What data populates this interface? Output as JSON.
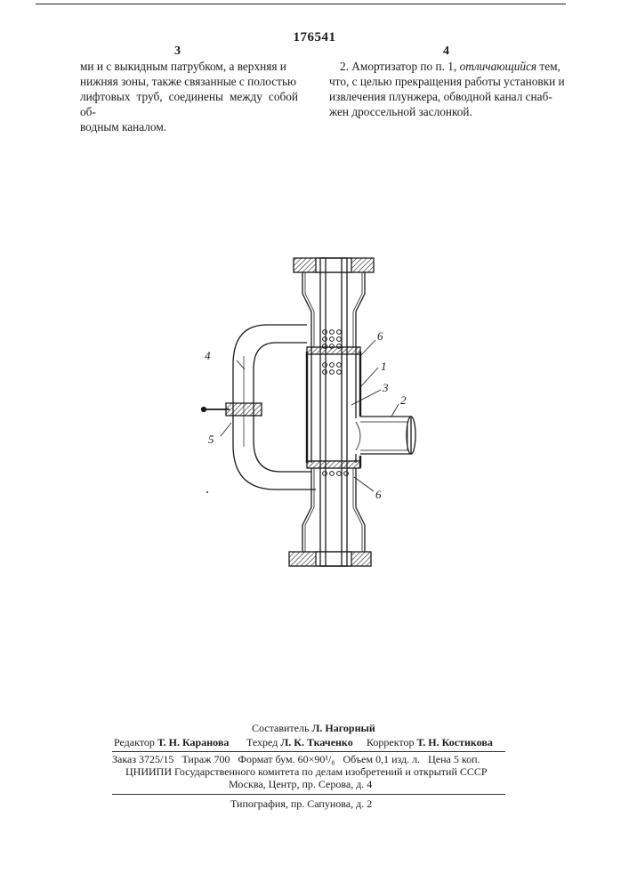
{
  "patent_number": "176541",
  "page_numbers": {
    "left": "3",
    "right": "4"
  },
  "left_column": {
    "lines": [
      "ми и с выкидным патрубком, а верхняя и",
      "нижняя зоны, также связанные с полостью",
      "лифтовых труб, соединены между собой об-",
      "водным каналом."
    ]
  },
  "right_column": {
    "line1_prefix": "2. Амортизатор по п. 1, ",
    "line1_emphasis": "отличающийся",
    "line1_suffix": " тем,",
    "lines": [
      "что, с целью прекращения работы установки и",
      "извлечения плунжера, обводной канал снаб-",
      "жен дроссельной заслонкой."
    ]
  },
  "drawing": {
    "labels": {
      "one": "1",
      "two": "2",
      "three": "3",
      "four": "4",
      "five": "5",
      "six_top": "6",
      "six_bottom": "6"
    }
  },
  "footer": {
    "compiler_label": "Составитель",
    "compiler_name": "Л. Нагорный",
    "editor_label": "Редактор",
    "editor_name": "Т. Н. Каранова",
    "techeditor_label": "Техред",
    "techeditor_name": "Л. К. Ткаченко",
    "corrector_label": "Корректор",
    "corrector_name": "Т. Н. Костикова",
    "order_line": "Заказ 3725/15   Тираж 700   Формат бум. 60×90¹/₈   Объем 0,1 изд. л.   Цена 5 коп.",
    "institute_line": "ЦНИИПИ Государственного комитета по делам изобретений и открытий СССР",
    "address_line": "Москва, Центр, пр. Серова, д. 4",
    "printing_line": "Типография, пр. Сапунова, д. 2"
  }
}
